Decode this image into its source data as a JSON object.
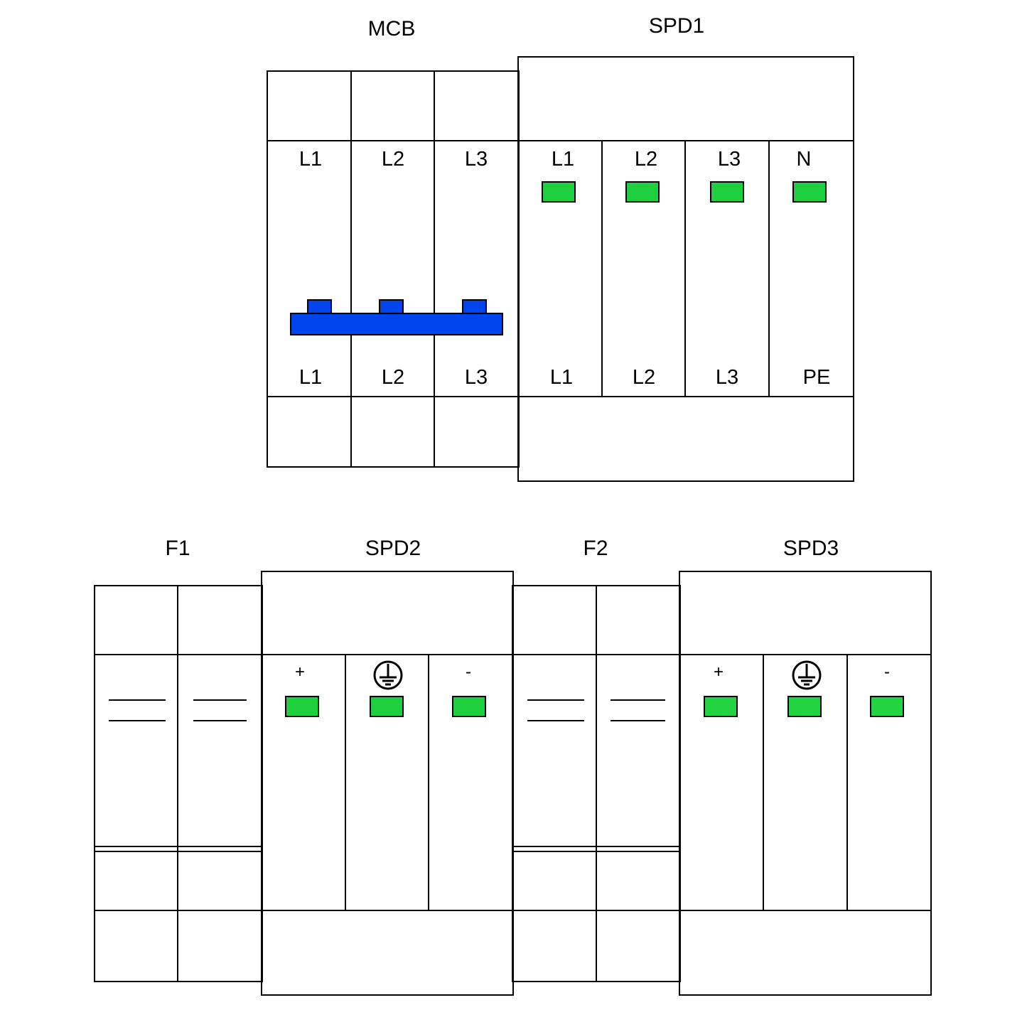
{
  "titles": {
    "mcb": "MCB",
    "spd1": "SPD1",
    "f1": "F1",
    "spd2": "SPD2",
    "f2": "F2",
    "spd3": "SPD3"
  },
  "mcb": {
    "top_labels": [
      "L1",
      "L2",
      "L3"
    ],
    "bottom_labels": [
      "L1",
      "L2",
      "L3"
    ],
    "handle_color": "#0044ee"
  },
  "spd1": {
    "top_labels": [
      "L1",
      "L2",
      "L3",
      "N"
    ],
    "bottom_labels": [
      "L1",
      "L2",
      "L3",
      "PE"
    ],
    "indicator_color": "#1ecf3e"
  },
  "spd2": {
    "pole_symbols": [
      "+",
      "earth-icon",
      "-"
    ],
    "plus": "+",
    "minus": "-",
    "indicator_color": "#1ecf3e"
  },
  "spd3": {
    "pole_symbols": [
      "+",
      "earth-icon",
      "-"
    ],
    "plus": "+",
    "minus": "-",
    "indicator_color": "#22d43f"
  }
}
